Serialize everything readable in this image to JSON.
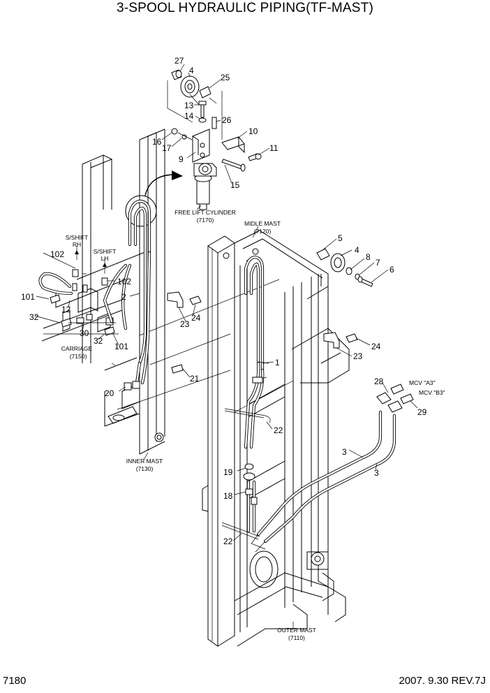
{
  "title": "3-SPOOL HYDRAULIC PIPING(TF-MAST)",
  "page_number": "7180",
  "revision": "2007. 9.30  REV.7J",
  "assembly_labels": {
    "free_lift_cylinder": "FREE LIFT CYLINDER",
    "free_lift_cylinder_code": "(7170)",
    "midle_mast": "MIDLE MAST",
    "midle_mast_code": "(7120)",
    "carriage": "CARRIAGE",
    "carriage_code": "(7150)",
    "inner_mast": "INNER MAST",
    "inner_mast_code": "(7130)",
    "outer_mast": "OUTER MAST",
    "outer_mast_code": "(7110)",
    "sideshift_rh_1": "S/SHIFT",
    "sideshift_rh_2": "RH",
    "sideshift_lh_1": "S/SHIFT",
    "sideshift_lh_2": "LH",
    "mcv_a3": "MCV \"A3\"",
    "mcv_b3": "MCV \"B3\""
  },
  "part_numbers": {
    "p27": "27",
    "p4a": "4",
    "p25": "25",
    "p13": "13",
    "p14": "14",
    "p26": "26",
    "p16": "16",
    "p17": "17",
    "p10": "10",
    "p11": "11",
    "p9": "9",
    "p15": "15",
    "p5": "5",
    "p4b": "4",
    "p8": "8",
    "p7": "7",
    "p6": "6",
    "p102a": "102",
    "p102b": "102",
    "p101a": "101",
    "p101b": "101",
    "p12": "12",
    "p32a": "32",
    "p32b": "32",
    "p30": "30",
    "p2": "2",
    "p23a": "23",
    "p24a": "24",
    "p23b": "23",
    "p24b": "24",
    "p1": "1",
    "p21": "21",
    "p20": "20",
    "p22a": "22",
    "p22b": "22",
    "p28": "28",
    "p29": "29",
    "p3a": "3",
    "p3b": "3",
    "p19": "19",
    "p18": "18"
  }
}
